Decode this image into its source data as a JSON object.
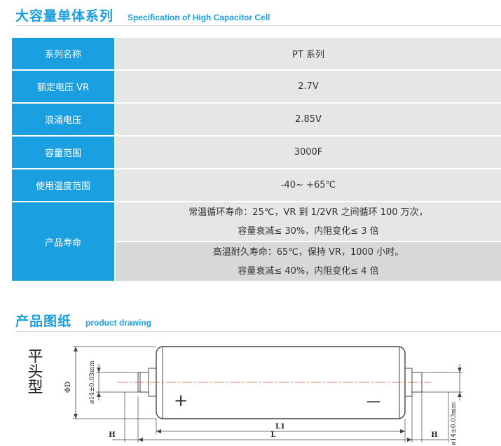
{
  "spec_section": {
    "title_cn": "大容量单体系列",
    "title_en": "Specification of High Capacitor Cell"
  },
  "spec_table": [
    {
      "label": "系列名称",
      "value": "PT 系列"
    },
    {
      "label": "额定电压 VR",
      "value": "2.7V"
    },
    {
      "label": "浪涌电压",
      "value": "2.85V"
    },
    {
      "label": "容量范围",
      "value": "3000F"
    },
    {
      "label": "使用温度范围",
      "value": "-40~ +65℃"
    }
  ],
  "life": {
    "label": "产品寿命",
    "line1": "常温循环寿命：25℃，VR 到 1/2VR 之间循环 100 万次，",
    "line2": "容量衰减≤ 30%，内阻变化≤ 3 倍",
    "line3": "高温耐久寿命：65℃，保持 VR，1000 小时。",
    "line4": "容量衰减≤ 40%，内阻变化≤ 4 倍"
  },
  "drawing_section": {
    "title_cn": "产品图纸",
    "title_en": "product drawing"
  },
  "drawing": {
    "type_label": "平头型",
    "dim_diameter": "ΦD",
    "dim_terminal_left": "ø14±0.03mm",
    "dim_terminal_right": "ø14±0.03mm",
    "dim_L1": "L1",
    "dim_L": "L",
    "dim_H_left": "H",
    "dim_H_right": "H",
    "plus_sign": "+",
    "minus_sign": "—"
  }
}
